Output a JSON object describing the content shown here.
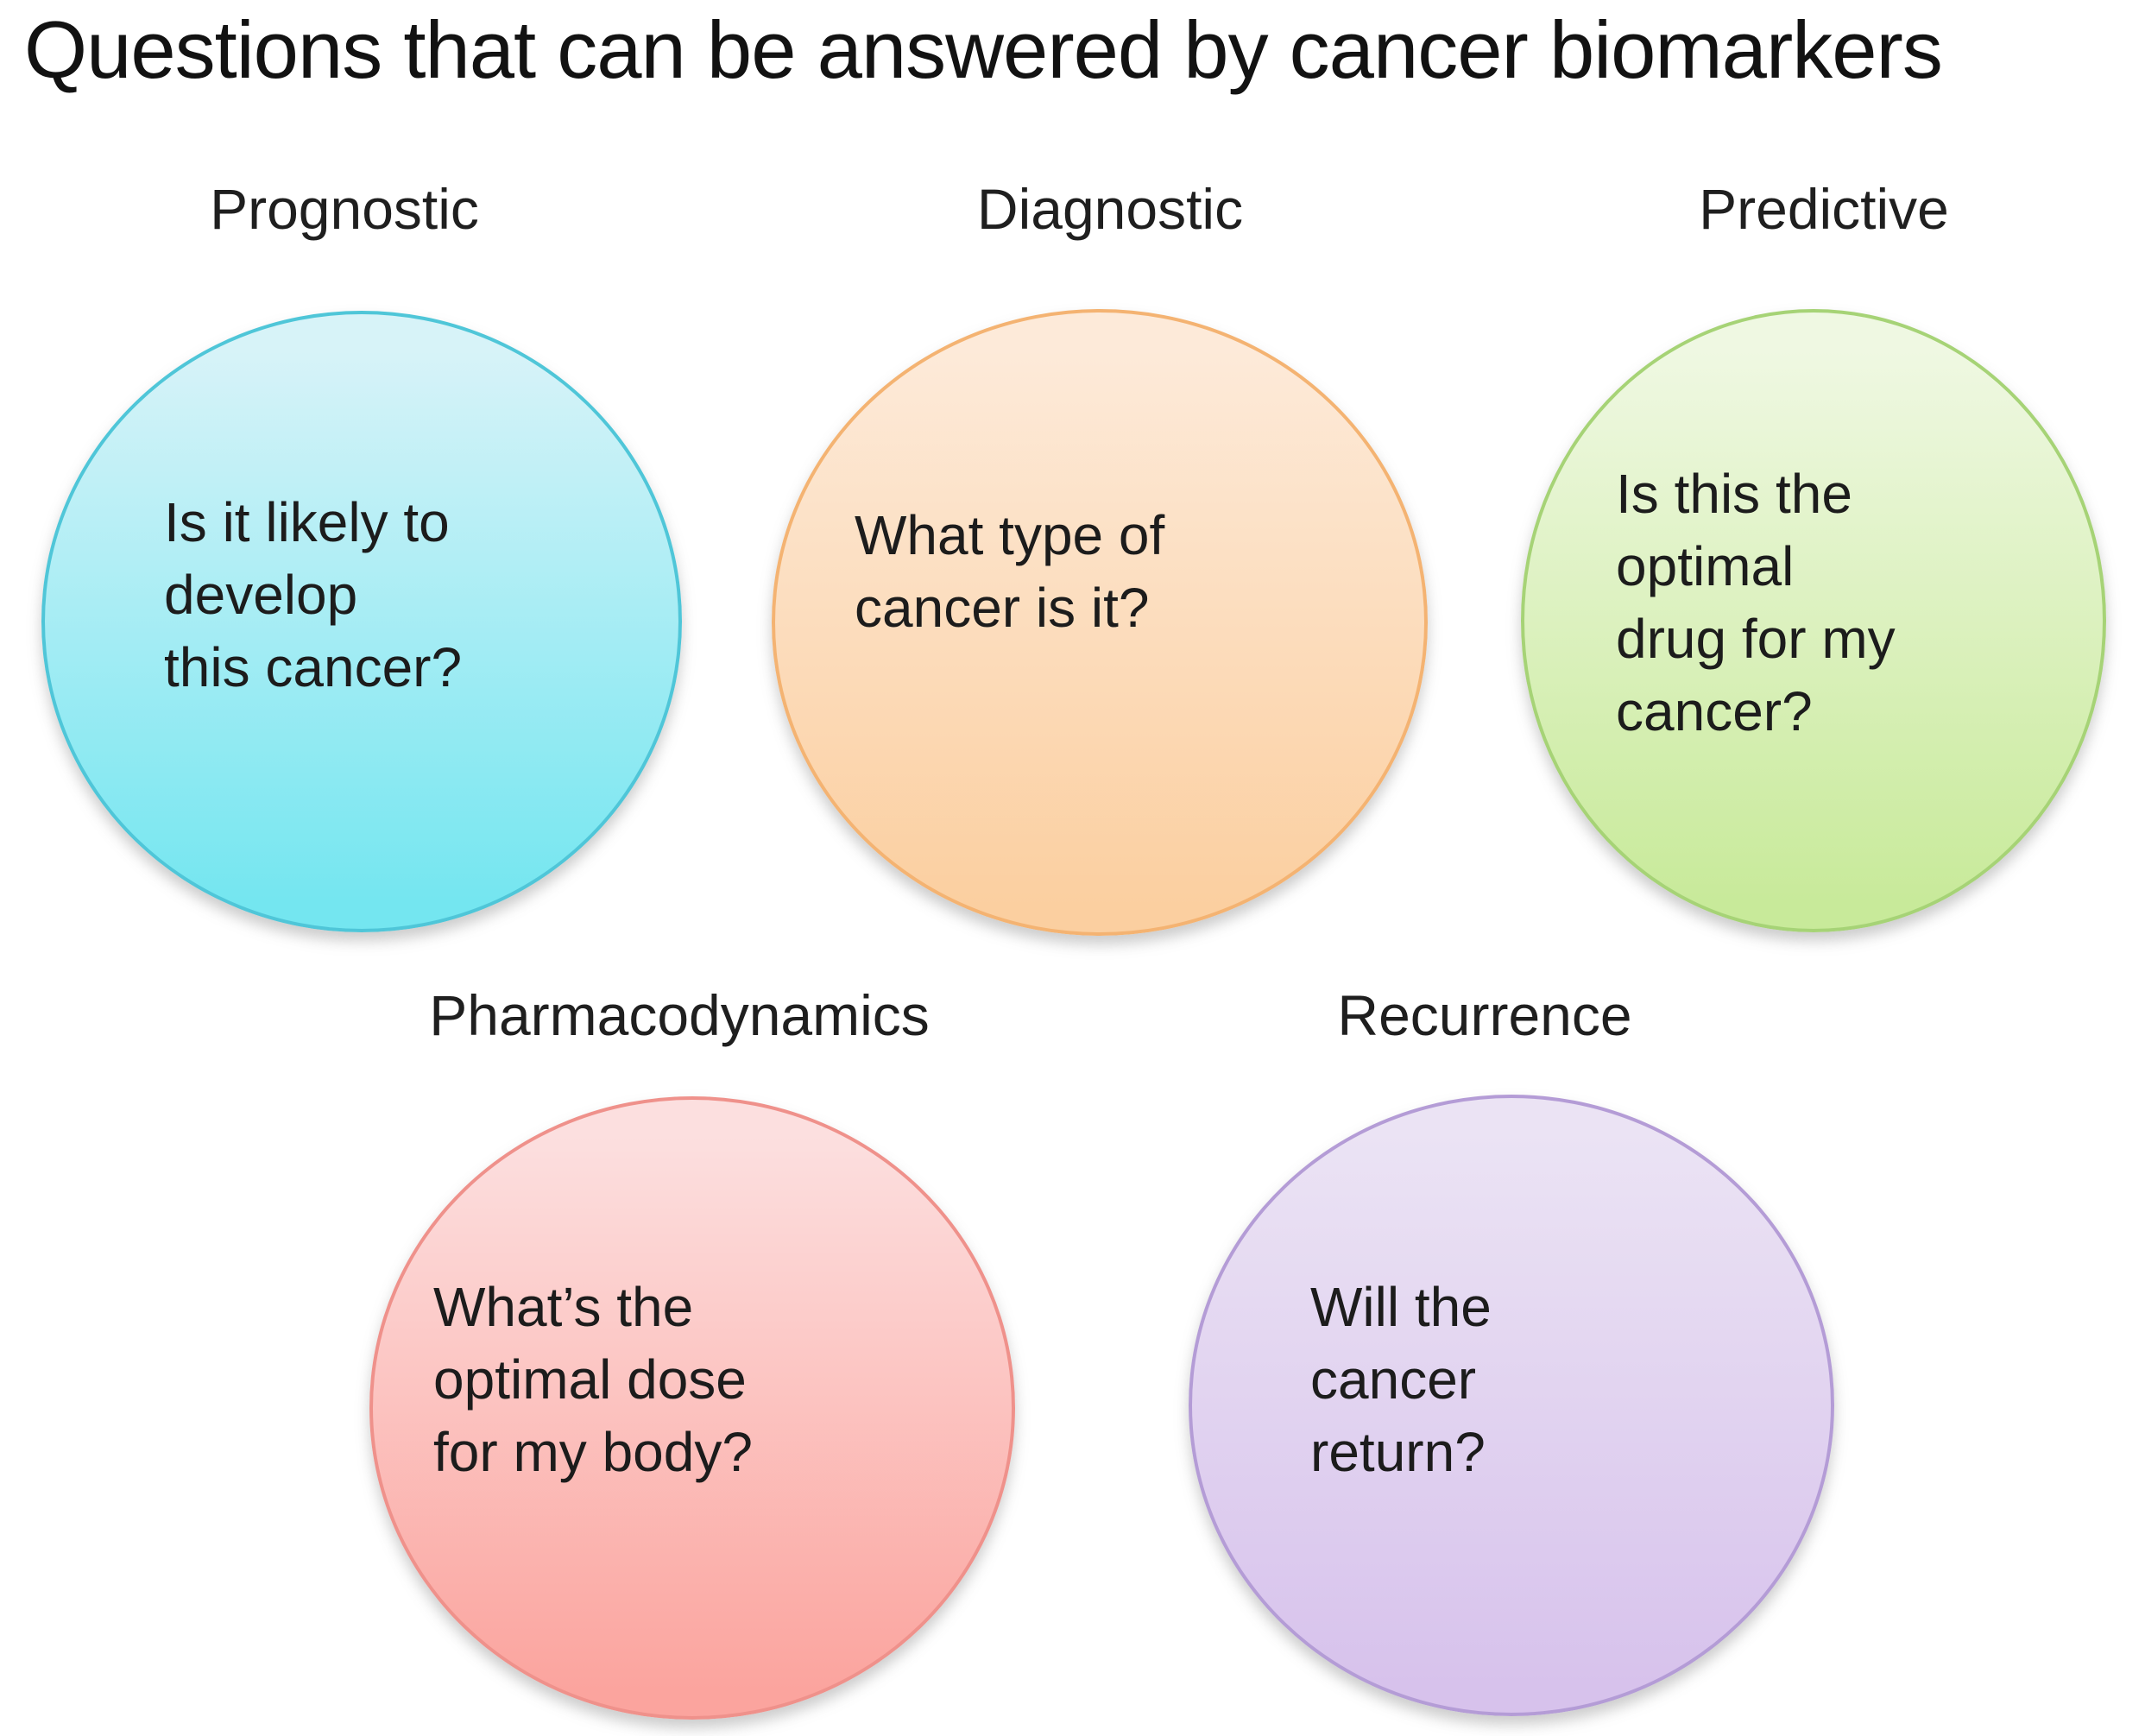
{
  "title": "Questions that can be answered by cancer biomarkers",
  "circles": [
    {
      "label": "Prognostic",
      "question": "Is it likely to\ndevelop\nthis cancer?",
      "fill_top": "#d7f3f8",
      "fill_bottom": "#74e6f0",
      "border": "#4fc6d8"
    },
    {
      "label": "Diagnostic",
      "question": "What type of\ncancer is it?",
      "fill_top": "#fdead9",
      "fill_bottom": "#fbcfa0",
      "border": "#f4b372"
    },
    {
      "label": "Predictive",
      "question": "Is this the\noptimal\ndrug for my\ncancer?",
      "fill_top": "#eff8e2",
      "fill_bottom": "#c8ea9a",
      "border": "#a6d376"
    },
    {
      "label": "Pharmacodynamics",
      "question": "What’s the\noptimal dose\nfor my body?",
      "fill_top": "#fcdfdf",
      "fill_bottom": "#fba49e",
      "border": "#ef918b"
    },
    {
      "label": "Recurrence",
      "question": "Will the\ncancer\nreturn?",
      "fill_top": "#ebe3f4",
      "fill_bottom": "#d7c2ec",
      "border": "#b49cd6"
    }
  ]
}
